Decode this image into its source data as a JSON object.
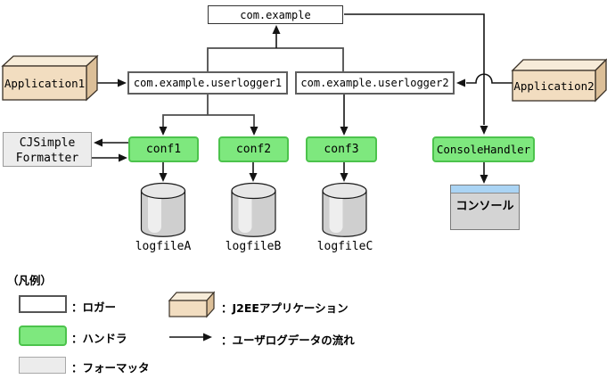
{
  "nodes": {
    "root_logger": "com.example",
    "userlogger1": "com.example.userlogger1",
    "userlogger2": "com.example.userlogger2",
    "application1": "Application1",
    "application2": "Application2",
    "formatter_line1": "CJSimple",
    "formatter_line2": "Formatter",
    "conf1": "conf1",
    "conf2": "conf2",
    "conf3": "conf3",
    "console_handler": "ConsoleHandler",
    "logfile_a": "logfileA",
    "logfile_b": "logfileB",
    "logfile_c": "logfileC",
    "console": "コンソール"
  },
  "legend": {
    "title": "（凡例）",
    "logger_label": "：ロガー",
    "handler_label": "：ハンドラ",
    "formatter_label": "：フォーマッタ",
    "j2ee_label": "：J2EEアプリケーション",
    "flow_label": "：ユーザログデータの流れ"
  },
  "colors": {
    "handler_fill": "#7ee87e",
    "handler_border": "#4cc34c",
    "app_front": "#f2ddc0",
    "app_top": "#f7ecd9",
    "app_side": "#dcbf98",
    "app_stroke": "#3b3228",
    "formatter_fill": "#ececec",
    "console_header": "#aad4f4",
    "console_body": "#d4d4d4",
    "cylinder_fill": "#d9d9d9",
    "line_color": "#141414",
    "tree_color": "#4d4d4d"
  }
}
